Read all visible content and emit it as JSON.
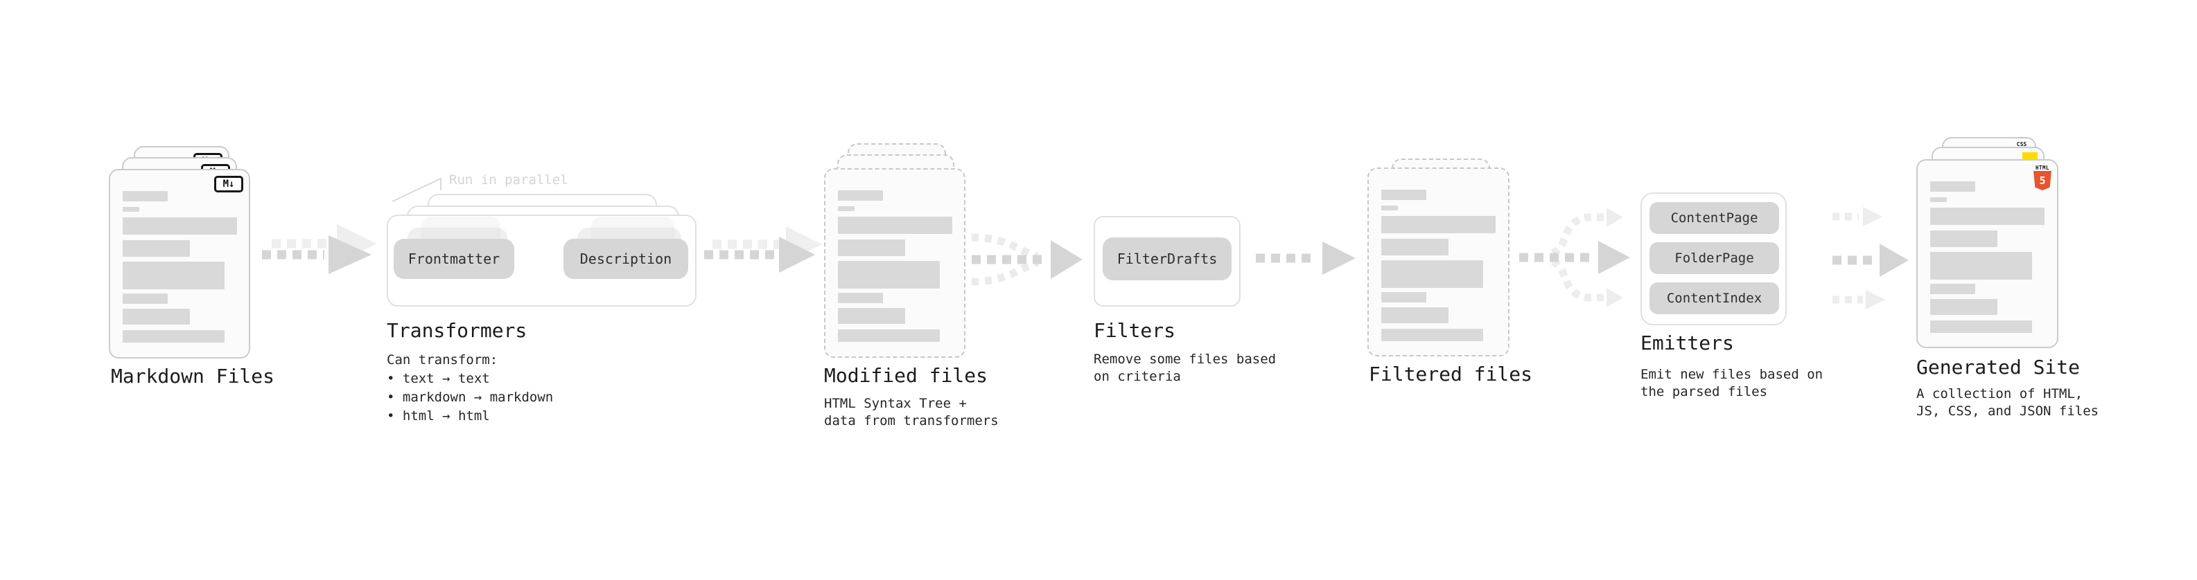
{
  "colors": {
    "arrow_main": "#d5d5d5",
    "arrow_faded": "#ededed",
    "placeholder_bar": "#d9d9d9",
    "chip_fill": "#d6d6d6",
    "html5_orange": "#e8542f",
    "js_yellow": "#ffdb00",
    "css_blue": "#2f6fed"
  },
  "nodes": {
    "markdown_files": {
      "label": "Markdown Files",
      "badge": "M↓"
    },
    "transformers": {
      "label": "Transformers",
      "annotation": "Run in parallel",
      "chips": [
        "Frontmatter",
        "Description"
      ],
      "description": "Can transform:\n • text → text\n • markdown → markdown\n • html → html"
    },
    "modified_files": {
      "label": "Modified files",
      "description": "HTML Syntax Tree +\ndata from transformers"
    },
    "filters": {
      "label": "Filters",
      "chips": [
        "FilterDrafts"
      ],
      "description": "Remove some files based\non criteria"
    },
    "filtered_files": {
      "label": "Filtered files"
    },
    "emitters": {
      "label": "Emitters",
      "chips": [
        "ContentPage",
        "FolderPage",
        "ContentIndex"
      ],
      "description": "Emit new files based on\nthe parsed files"
    },
    "generated_site": {
      "label": "Generated Site",
      "description": "A collection of HTML,\nJS, CSS, and JSON files",
      "badges": {
        "css": "CSS",
        "html_word": "HTML",
        "html_number": "5"
      }
    }
  }
}
